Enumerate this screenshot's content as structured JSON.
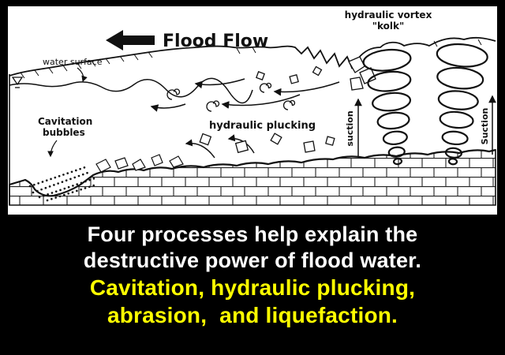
{
  "colors": {
    "background": "#000000",
    "diagram_background": "#ffffff",
    "ink": "#111111",
    "caption_white": "#ffffff",
    "caption_yellow": "#ffff00"
  },
  "diagram": {
    "flood_flow": "Flood Flow",
    "hydraulic_vortex": "hydraulic vortex",
    "kolk": "\"kolk\"",
    "water_surface": "water surface",
    "cavitation_line1": "Cavitation",
    "cavitation_line2": "bubbles",
    "hydraulic_plucking": "hydraulic plucking",
    "suction_left": "suction",
    "suction_right": "Suction"
  },
  "caption": {
    "lines": [
      {
        "text": "Four processes help explain the",
        "color": "#ffffff"
      },
      {
        "text": "destructive power of flood water.",
        "color": "#ffffff"
      },
      {
        "text": "Cavitation, hydraulic plucking,",
        "color": "#ffff00"
      },
      {
        "text": "abrasion,  and liquefaction.",
        "color": "#ffff00"
      }
    ]
  }
}
